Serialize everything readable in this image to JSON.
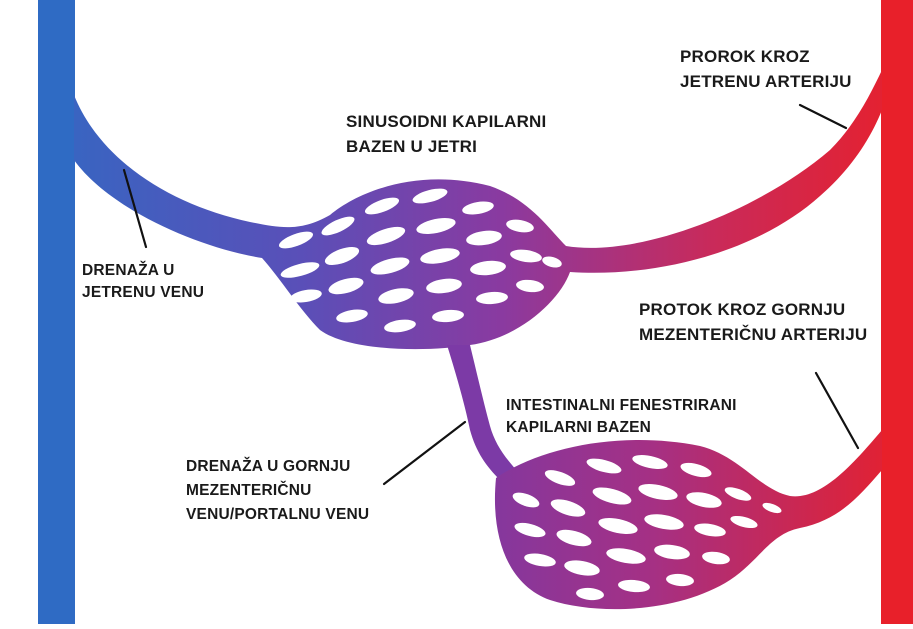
{
  "labels": {
    "hepatic_artery": [
      "PROROK KROZ",
      "JETRENU ARTERIJU"
    ],
    "sinusoid": [
      "SINUSOIDNI KAPILARNI",
      "BAZEN U JETRI"
    ],
    "hepatic_vein": [
      "DRENAŽA U",
      "JETRENU VENU"
    ],
    "mesenteric_artery": [
      "PROTOK KROZ GORNJU",
      "MEZENTERIČNU ARTERIJU"
    ],
    "intestinal": [
      "INTESTINALNI FENESTRIRANI",
      "KAPILARNI BAZEN"
    ],
    "portal_vein": [
      "DRENAŽA U GORNJU",
      "MEZENTERIČNU",
      "VENU/PORTALNU VENU"
    ]
  },
  "colors": {
    "vein": "#2f6bc4",
    "artery": "#e8202a",
    "mixed": "#7a3aa6",
    "leader_line": "#111111"
  }
}
